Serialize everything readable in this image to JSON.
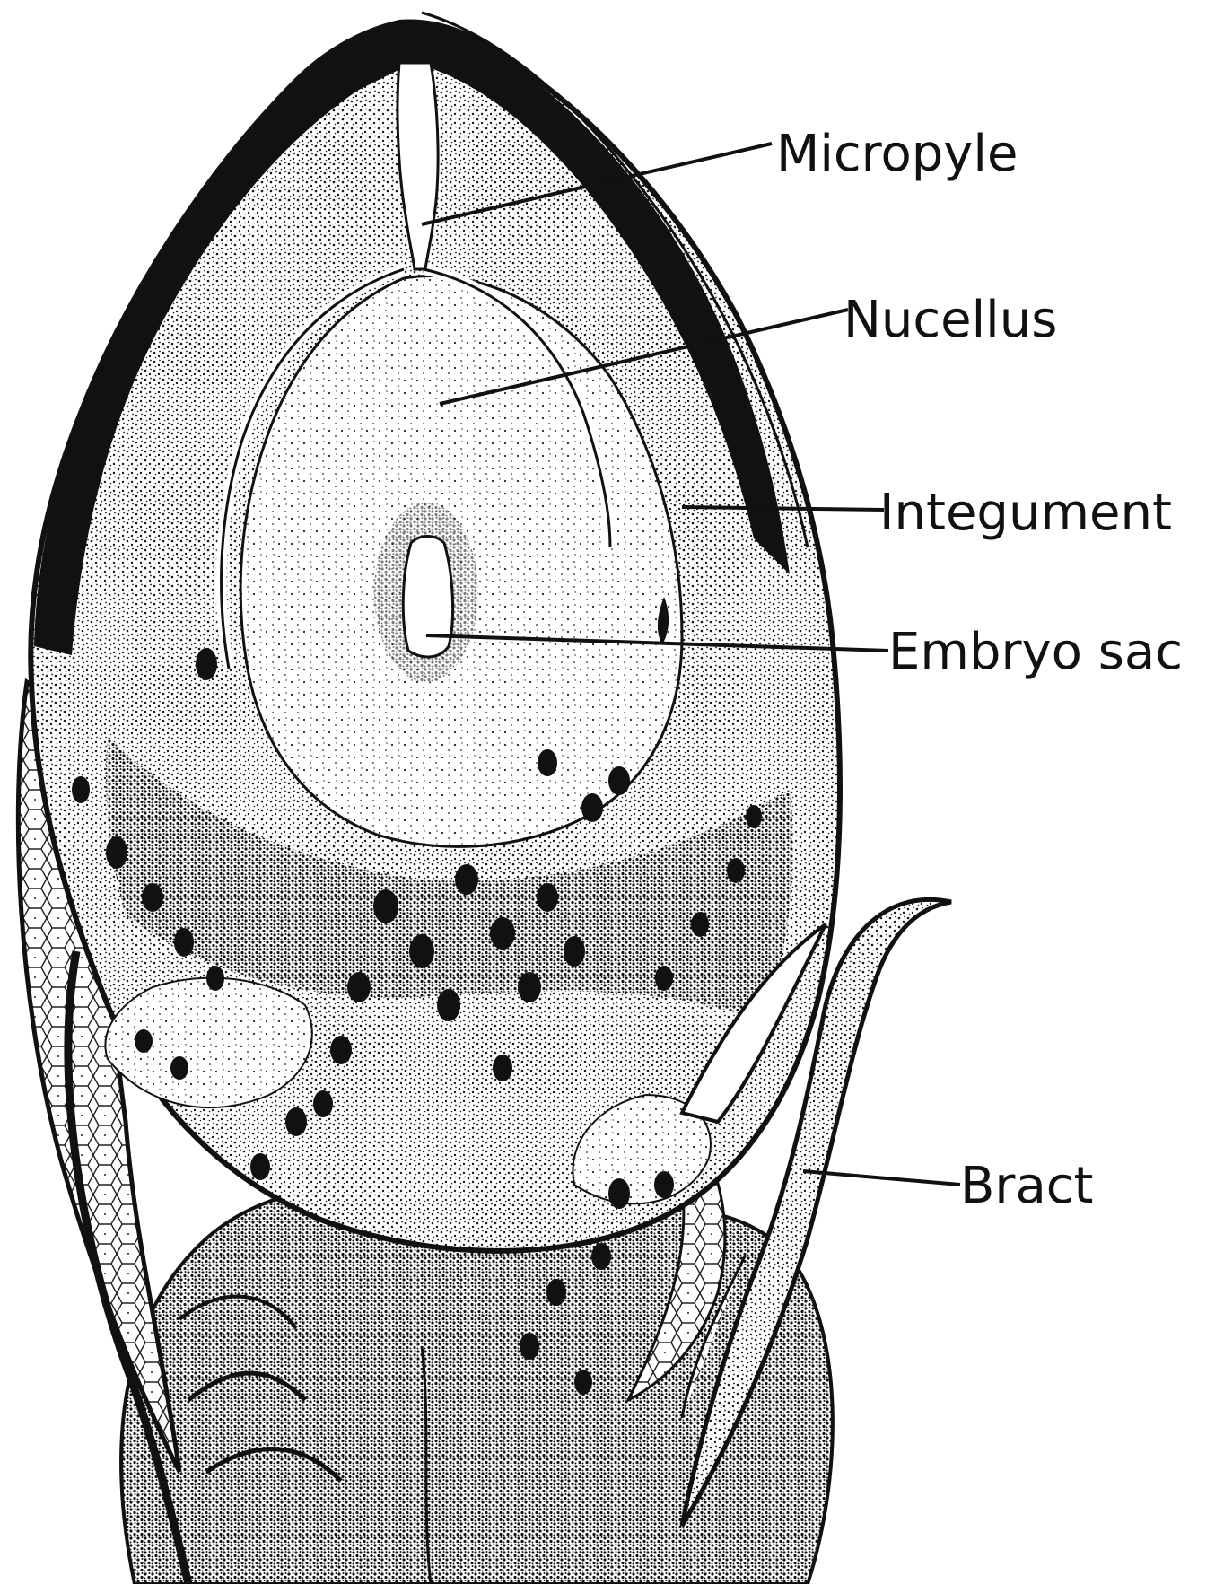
{
  "diagram": {
    "labels": {
      "micropyle": "Micropyle",
      "nucellus": "Nucellus",
      "integument": "Integument",
      "embryo_sac": "Embryo sac",
      "bract": "Bract"
    }
  },
  "colors": {
    "ink": "#111111",
    "paper": "#ffffff"
  }
}
